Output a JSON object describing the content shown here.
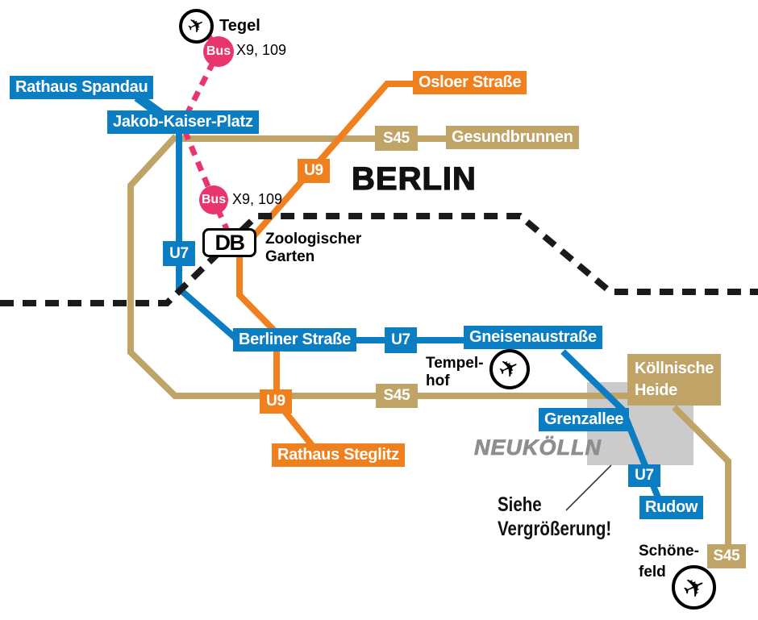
{
  "colors": {
    "line_blue": "#0b7dc2",
    "line_orange": "#f0801e",
    "line_tan": "#bfa367",
    "bus_pink": "#e8356d",
    "dashed_black": "#1a1a1a",
    "area_gray": "#cbcbcb",
    "text_gray": "#8e8e8e",
    "pointer_gray": "#3a3a3a"
  },
  "berlin_title": "BERLIN",
  "neukoelln_label": "NEUKÖLLN",
  "note": {
    "line1": "Siehe",
    "line2": "Vergrößerung!"
  },
  "badges": {
    "u7": "U7",
    "u9": "U9",
    "s45": "S45"
  },
  "stations": {
    "rathaus_spandau": "Rathaus Spandau",
    "jakob_kaiser_platz": "Jakob-Kaiser-Platz",
    "osloer_strasse": "Osloer Straße",
    "gesundbrunnen": "Gesundbrunnen",
    "berliner_strasse": "Berliner Straße",
    "gneisenaustrasse": "Gneisenaustraße",
    "koellnische_heide_line1": "Köllnische",
    "koellnische_heide_line2": "Heide",
    "grenzallee": "Grenzallee",
    "rudow": "Rudow",
    "rathaus_steglitz": "Rathaus Steglitz"
  },
  "airports": {
    "tegel": "Tegel",
    "tempelhof_line1": "Tempel-",
    "tempelhof_line2": "hof",
    "schoenefeld_line1": "Schöne-",
    "schoenefeld_line2": "feld",
    "plane_icon": "✈"
  },
  "bus": {
    "badge": "Bus",
    "routes": "X9, 109"
  },
  "db": {
    "logo": "DB",
    "station_line1": "Zoologischer",
    "station_line2": "Garten"
  }
}
